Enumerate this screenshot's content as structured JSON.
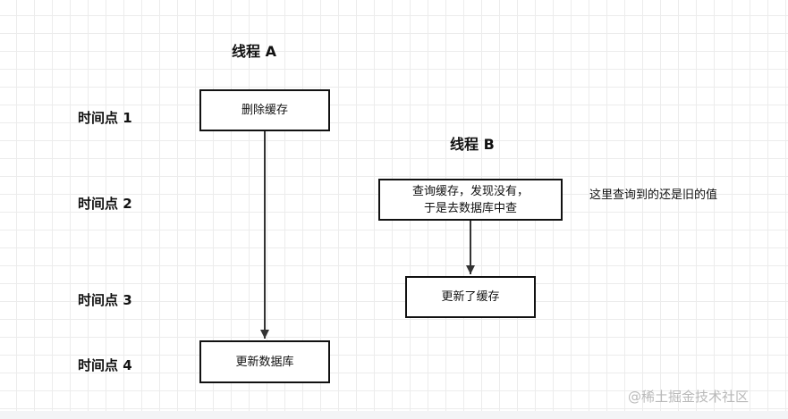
{
  "thread_a": {
    "title": "线程 A",
    "steps": [
      "删除缓存",
      "更新数据库"
    ]
  },
  "thread_b": {
    "title": "线程 B",
    "steps": [
      "查询缓存，发现没有，\n于是去数据库中查",
      "更新了缓存"
    ]
  },
  "timepoints": [
    "时间点 1",
    "时间点 2",
    "时间点 3",
    "时间点 4"
  ],
  "note": "这里查询到的还是旧的值",
  "watermark": "@稀土掘金技术社区"
}
